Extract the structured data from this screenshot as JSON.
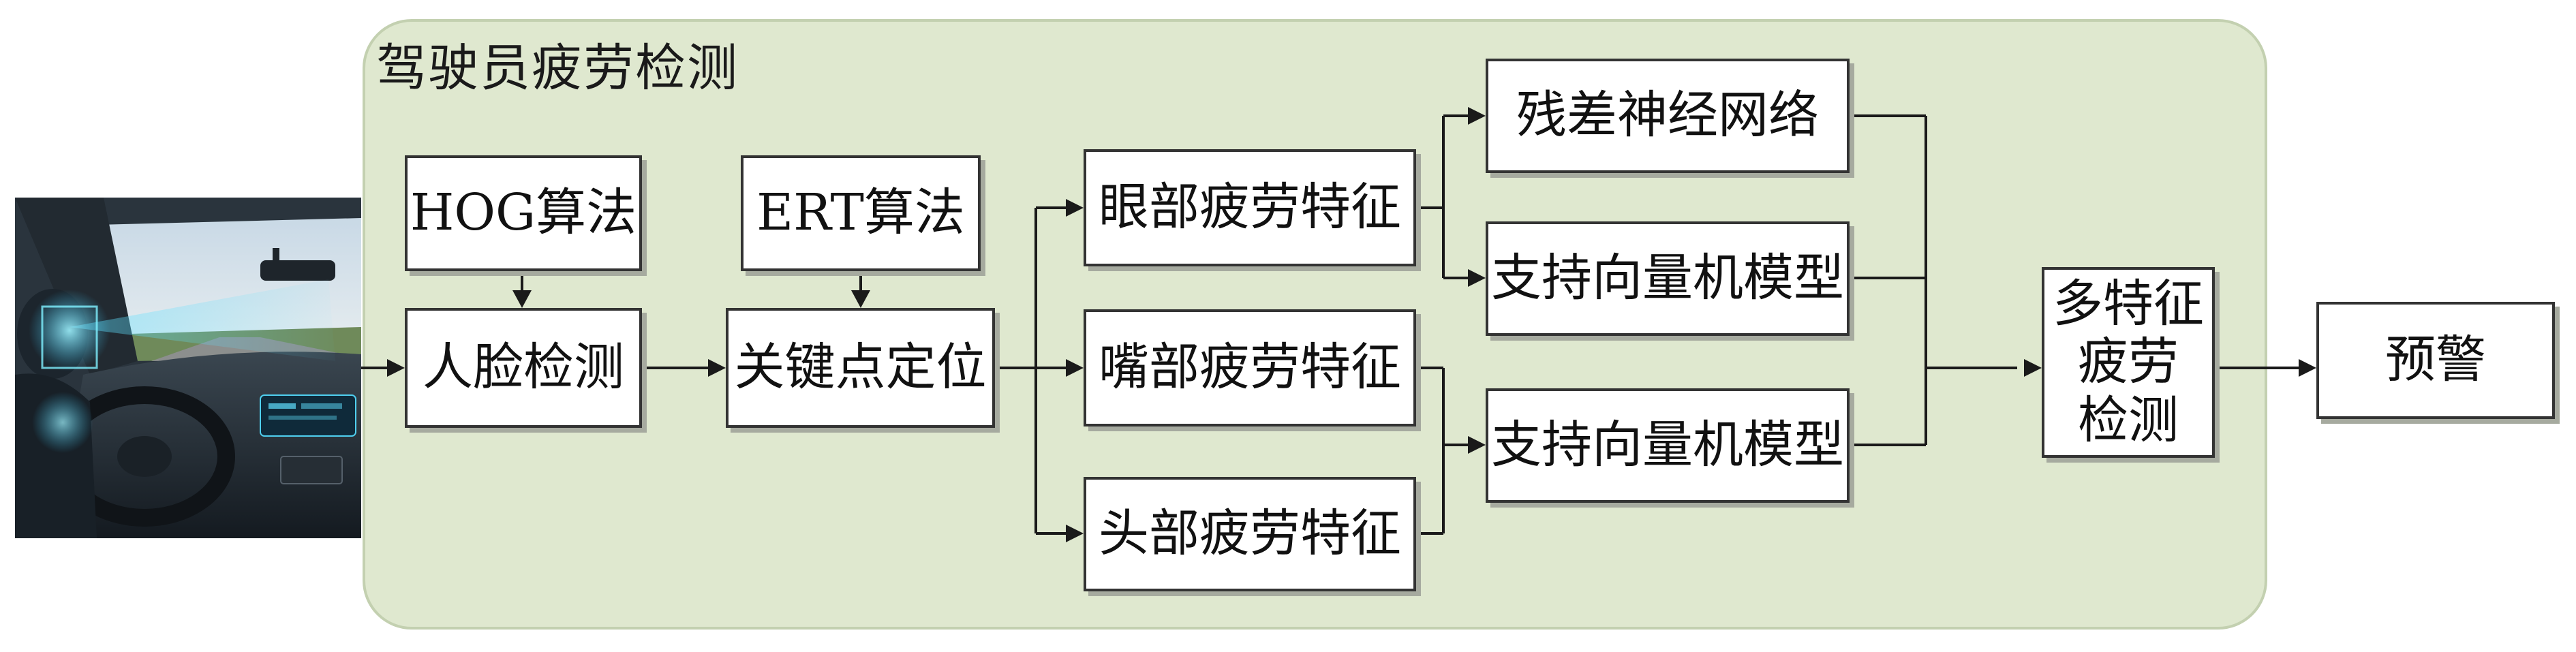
{
  "diagram": {
    "panel_title": "驾驶员疲劳检测",
    "nodes": {
      "hog": "HOG算法",
      "ert": "ERT算法",
      "face_detect": "人脸检测",
      "keypoint": "关键点定位",
      "eye": "眼部疲劳特征",
      "mouth": "嘴部疲劳特征",
      "head": "头部疲劳特征",
      "resnet": "残差神经网络",
      "svm1": "支持向量机模型",
      "svm2": "支持向量机模型",
      "multi": [
        "多特征",
        "疲劳",
        "检测"
      ],
      "warn": "预警"
    }
  },
  "colors": {
    "panel_fill": "#dfe8cf",
    "panel_border": "#c3d0b0",
    "box_border": "#333333",
    "box_shadow": "#a6aa9f",
    "wire": "#1a1a1a"
  },
  "image": {
    "icon": "car-interior-driver-monitoring-photo"
  }
}
